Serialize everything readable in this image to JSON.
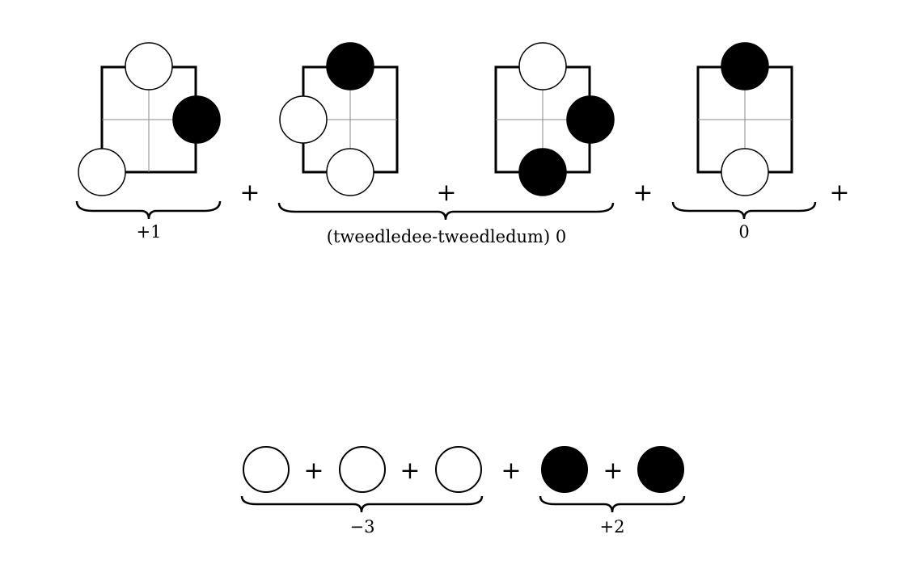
{
  "colors": {
    "black_stone": "#000000",
    "white_stone": "#ffffff",
    "line": "#000000",
    "grid": "#888888"
  },
  "top_row": {
    "operators": [
      "+",
      "+",
      "+",
      "+"
    ],
    "groups": [
      {
        "label": "+1",
        "positions": 1
      },
      {
        "label": "(tweedledee-tweedledum) 0",
        "positions": 2
      },
      {
        "label": "0",
        "positions": 1
      }
    ],
    "positions": [
      {
        "stones": [
          {
            "point": "top",
            "color": "white"
          },
          {
            "point": "right",
            "color": "black"
          },
          {
            "point": "bottom-left",
            "color": "white"
          }
        ]
      },
      {
        "stones": [
          {
            "point": "top",
            "color": "black"
          },
          {
            "point": "left",
            "color": "white"
          },
          {
            "point": "bottom",
            "color": "white"
          }
        ]
      },
      {
        "stones": [
          {
            "point": "top",
            "color": "white"
          },
          {
            "point": "right",
            "color": "black"
          },
          {
            "point": "bottom",
            "color": "black"
          }
        ]
      },
      {
        "stones": [
          {
            "point": "top",
            "color": "black"
          },
          {
            "point": "bottom",
            "color": "white"
          }
        ]
      }
    ]
  },
  "bottom_row": {
    "stones": [
      "white",
      "white",
      "white",
      "black",
      "black"
    ],
    "operators": [
      "+",
      "+",
      "+",
      "+"
    ],
    "groups": [
      {
        "label": "−3",
        "count": 3
      },
      {
        "label": "+2",
        "count": 2
      }
    ]
  }
}
